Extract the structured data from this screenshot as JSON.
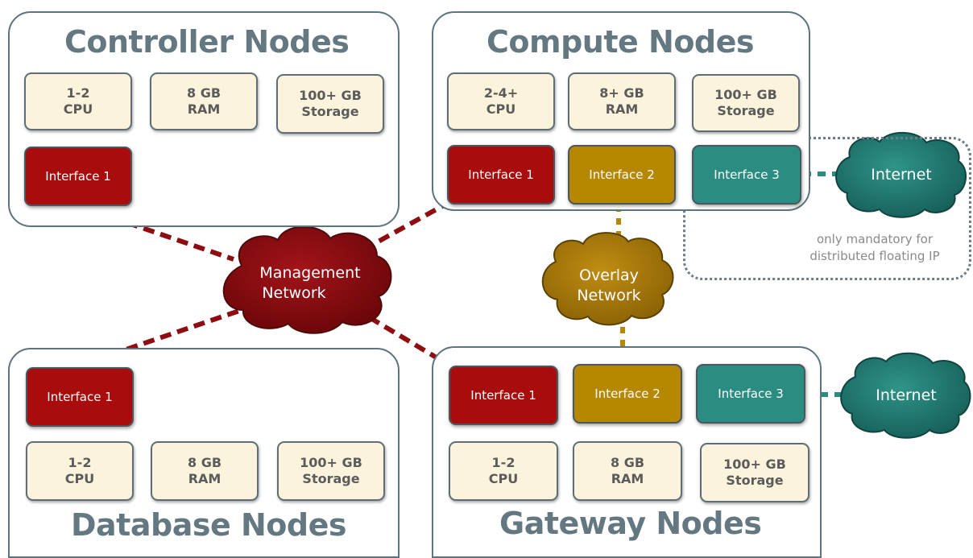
{
  "colors": {
    "management": "#8e0d10",
    "overlay": "#a6780a",
    "internet": "#1f7a72",
    "box_border": "#5c7380",
    "title": "#647882",
    "spec_fill": "#fbf3dc"
  },
  "controller": {
    "title": "Controller Nodes",
    "cpu": [
      "1-2",
      "CPU"
    ],
    "ram": [
      "8 GB",
      "RAM"
    ],
    "storage": [
      "100+ GB",
      "Storage"
    ],
    "iface1": "Interface 1"
  },
  "compute": {
    "title": "Compute Nodes",
    "cpu": [
      "2-4+",
      "CPU"
    ],
    "ram": [
      "8+ GB",
      "RAM"
    ],
    "storage": [
      "100+ GB",
      "Storage"
    ],
    "iface1": "Interface 1",
    "iface2": "Interface 2",
    "iface3": "Interface 3"
  },
  "database": {
    "title": "Database Nodes",
    "cpu": [
      "1-2",
      "CPU"
    ],
    "ram": [
      "8 GB",
      "RAM"
    ],
    "storage": [
      "100+ GB",
      "Storage"
    ],
    "iface1": "Interface 1"
  },
  "gateway": {
    "title": "Gateway Nodes",
    "cpu": [
      "1-2",
      "CPU"
    ],
    "ram": [
      "8 GB",
      "RAM"
    ],
    "storage": [
      "100+ GB",
      "Storage"
    ],
    "iface1": "Interface 1",
    "iface2": "Interface 2",
    "iface3": "Interface 3"
  },
  "networks": {
    "management": [
      "Management",
      "Network"
    ],
    "overlay": [
      "Overlay",
      "Network"
    ],
    "internet_top": "Internet",
    "internet_bottom": "Internet"
  },
  "note": [
    "only mandatory for",
    "distributed floating IP"
  ]
}
